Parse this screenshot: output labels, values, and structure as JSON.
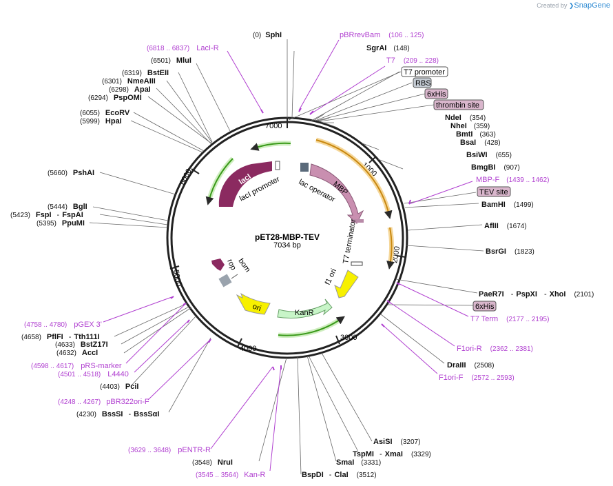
{
  "brand": {
    "created_by": "Created by",
    "name": "SnapGene"
  },
  "plasmid": {
    "name": "pET28-MBP-TEV",
    "length": "7034 bp"
  },
  "ticks": [
    "1000",
    "2000",
    "3000",
    "4000",
    "5000",
    "6000",
    "7000"
  ],
  "features": {
    "laci": "lacI",
    "laci_promoter": "lacI promoter",
    "lac_operator": "lac operator",
    "mbp": "MBP",
    "t7_terminator": "T7 terminator",
    "f1_ori": "f1 ori",
    "kanr": "KanR",
    "ori": "ori",
    "rop": "rop",
    "bom": "bom"
  },
  "boxed": {
    "t7_promoter": "T7 promoter",
    "rbs": "RBS",
    "his_1": "6xHis",
    "thrombin": "thrombin site",
    "tev": "TEV site",
    "his_2": "6xHis"
  },
  "sites": {
    "sphi": {
      "name": "SphI",
      "pos": "(0)"
    },
    "pbrrevbam": {
      "name": "pBRrevBam",
      "pos": "(106 .. 125)"
    },
    "sgrai": {
      "name": "SgrAI",
      "pos": "(148)"
    },
    "t7": {
      "name": "T7",
      "pos": "(209 .. 228)"
    },
    "ndei": {
      "name": "NdeI",
      "pos": "(354)"
    },
    "nhei": {
      "name": "NheI",
      "pos": "(359)"
    },
    "bmti": {
      "name": "BmtI",
      "pos": "(363)"
    },
    "bsai": {
      "name": "BsaI",
      "pos": "(428)"
    },
    "bsiwi": {
      "name": "BsiWI",
      "pos": "(655)"
    },
    "bmgbi": {
      "name": "BmgBI",
      "pos": "(907)"
    },
    "mbpf": {
      "name": "MBP-F",
      "pos": "(1439 .. 1462)"
    },
    "bamhi": {
      "name": "BamHI",
      "pos": "(1499)"
    },
    "aflii": {
      "name": "AflII",
      "pos": "(1674)"
    },
    "bsrgi": {
      "name": "BsrGI",
      "pos": "(1823)"
    },
    "paer7i": {
      "name": "PaeR7I",
      "sep1": "-",
      "name2": "PspXI",
      "sep2": "-",
      "name3": "XhoI",
      "pos": "(2101)"
    },
    "t7term": {
      "name": "T7 Term",
      "pos": "(2177 .. 2195)"
    },
    "f1orir": {
      "name": "F1ori-R",
      "pos": "(2362 .. 2381)"
    },
    "draiii": {
      "name": "DraIII",
      "pos": "(2508)"
    },
    "f1orif": {
      "name": "F1ori-F",
      "pos": "(2572 .. 2593)"
    },
    "asisi": {
      "name": "AsiSI",
      "pos": "(3207)"
    },
    "tspmi": {
      "name": "TspMI",
      "sep": "-",
      "name2": "XmaI",
      "pos": "(3329)"
    },
    "smai": {
      "name": "SmaI",
      "pos": "(3331)"
    },
    "bspdi": {
      "name": "BspDI",
      "sep": "-",
      "name2": "ClaI",
      "pos": "(3512)"
    },
    "kanr_primer": {
      "name": "Kan-R",
      "pos": "(3545 .. 3564)"
    },
    "nrui": {
      "name": "NruI",
      "pos": "(3548)"
    },
    "pentrr": {
      "name": "pENTR-R",
      "pos": "(3629 .. 3648)"
    },
    "bsssi": {
      "name": "BssSI",
      "sep": "-",
      "name2": "BssSαI",
      "pos": "(4230)"
    },
    "pbr322orif": {
      "name": "pBR322ori-F",
      "pos": "(4248 .. 4267)"
    },
    "pcii": {
      "name": "PciI",
      "pos": "(4403)"
    },
    "l4440": {
      "name": "L4440",
      "pos": "(4501 .. 4518)"
    },
    "prsmarker": {
      "name": "pRS-marker",
      "pos": "(4598 .. 4617)"
    },
    "acci": {
      "name": "AccI",
      "pos": "(4632)"
    },
    "bstz17i": {
      "name": "BstZ17I",
      "pos": "(4633)"
    },
    "pflfi": {
      "name": "PflFI",
      "sep": "-",
      "name2": "Tth111I",
      "pos": "(4658)"
    },
    "pgex3": {
      "name": "pGEX 3'",
      "pos": "(4758 .. 4780)"
    },
    "ppumi": {
      "name": "PpuMI",
      "pos": "(5395)"
    },
    "fspi": {
      "name": "FspI",
      "sep": "-",
      "name2": "FspAI",
      "pos": "(5423)"
    },
    "bgli": {
      "name": "BglI",
      "pos": "(5444)"
    },
    "pshai": {
      "name": "PshAI",
      "pos": "(5660)"
    },
    "hpai": {
      "name": "HpaI",
      "pos": "(5999)"
    },
    "ecorv": {
      "name": "EcoRV",
      "pos": "(6055)"
    },
    "pspomi": {
      "name": "PspOMI",
      "pos": "(6294)"
    },
    "apai": {
      "name": "ApaI",
      "pos": "(6298)"
    },
    "nmeaiii": {
      "name": "NmeAIII",
      "pos": "(6301)"
    },
    "bsteii": {
      "name": "BstEII",
      "pos": "(6319)"
    },
    "mlui": {
      "name": "MluI",
      "pos": "(6501)"
    },
    "lacir": {
      "name": "LacI-R",
      "pos": "(6818 .. 6837)"
    }
  }
}
